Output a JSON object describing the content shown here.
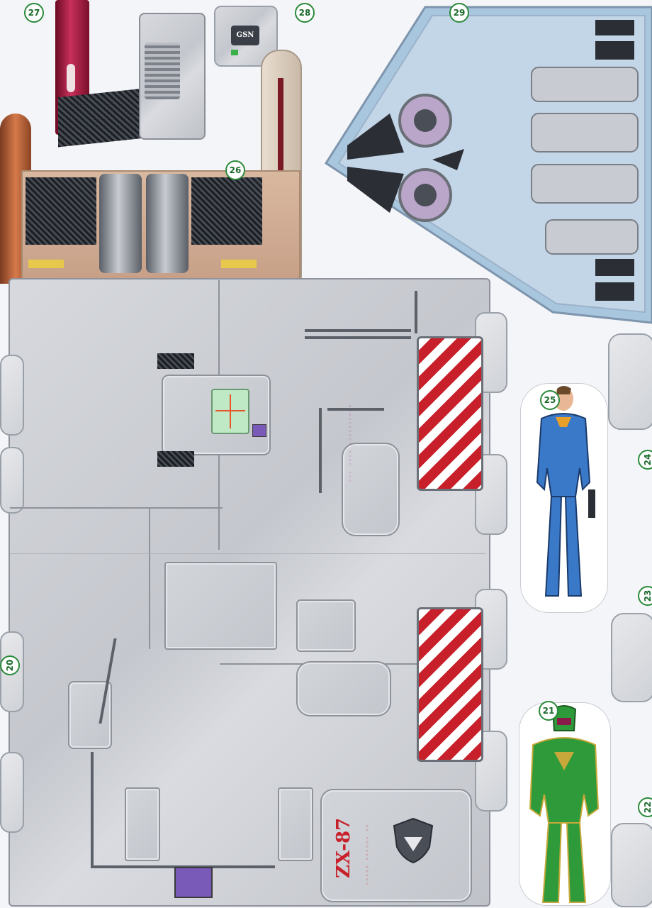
{
  "part_numbers": {
    "p20": "20",
    "p21": "21",
    "p22": "22",
    "p23": "23",
    "p24": "24",
    "p25": "25",
    "p26": "26",
    "p27": "27",
    "p28": "28",
    "p29": "29"
  },
  "labels": {
    "gsn_badge": "GSN",
    "vehicle_code": "ZX-87"
  },
  "colors": {
    "hazard_red": "#c8202a",
    "panel_metal": "#c4c7cd",
    "ship_blue": "#a9c6df",
    "label_magenta": "#c03a9a",
    "label_green": "#2a9a4a",
    "figure_blue": "#3a78c8",
    "figure_green": "#2f9a3a"
  },
  "icons": [
    "shield-emblem-icon",
    "crosshair-screen-icon"
  ]
}
